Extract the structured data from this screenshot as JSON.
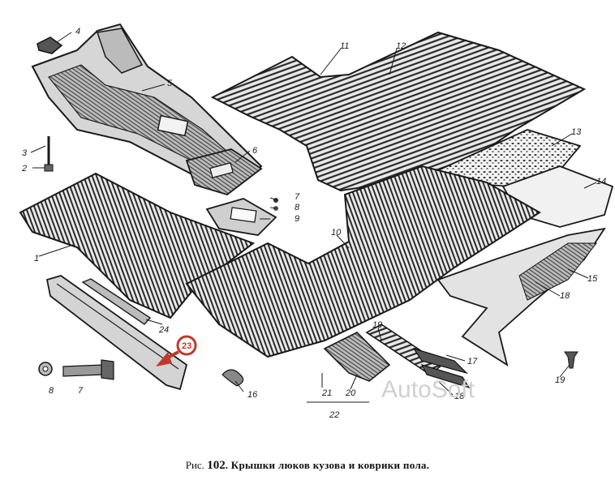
{
  "labels": {
    "l1": "1",
    "l2": "2",
    "l3": "3",
    "l4": "4",
    "l5": "5",
    "l6": "6",
    "l7a": "7",
    "l7b": "7",
    "l8a": "8",
    "l8b": "8",
    "l9": "9",
    "l10": "10",
    "l11": "11",
    "l12": "12",
    "l13": "13",
    "l14": "14",
    "l15": "15",
    "l16": "16",
    "l17": "17",
    "l18": "18",
    "l19a": "19",
    "l19b": "19",
    "l20": "20",
    "l21": "21",
    "l22": "22",
    "l23": "23",
    "l24": "24"
  },
  "watermark": "AutoSoft",
  "caption": {
    "prefix": "Рис.",
    "number": "102",
    "text": ". Крышки люков кузова и коврики пола."
  },
  "colors": {
    "line": "#1a1a1a",
    "mat": "#4a4a4a",
    "highlight": "#c0392b"
  }
}
